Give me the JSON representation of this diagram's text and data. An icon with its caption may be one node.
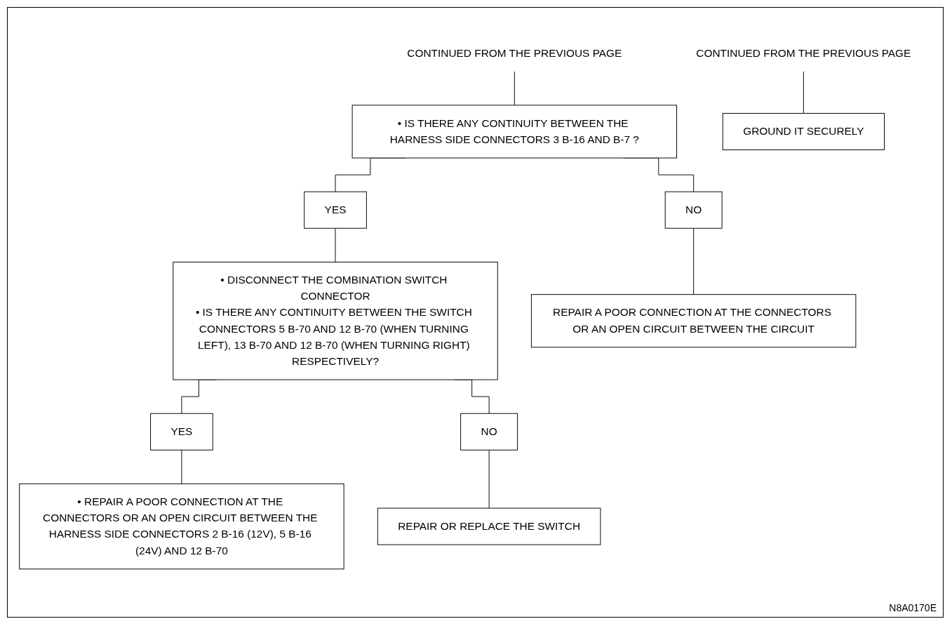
{
  "diagram": {
    "nodes": [
      {
        "text": [
          "CONTINUED FROM THE PREVIOUS PAGE"
        ]
      },
      {
        "text": [
          "CONTINUED FROM THE PREVIOUS PAGE"
        ]
      },
      {
        "text": [
          "• IS THERE ANY CONTINUITY BETWEEN THE HARNESS SIDE CONNECTORS 3 B-16 AND B-7 ?"
        ]
      },
      {
        "text": [
          "GROUND IT SECURELY"
        ]
      },
      {
        "text": [
          "YES"
        ]
      },
      {
        "text": [
          "NO"
        ]
      },
      {
        "text": [
          "• DISCONNECT THE COMBINATION SWITCH CONNECTOR",
          "• IS THERE ANY CONTINUITY BETWEEN THE SWITCH CONNECTORS 5 B-70 AND 12 B-70 (WHEN TURNING LEFT), 13 B-70 AND 12 B-70 (WHEN TURNING RIGHT) RESPECTIVELY?"
        ]
      },
      {
        "text": [
          "REPAIR A POOR CONNECTION AT THE CONNECTORS OR AN OPEN CIRCUIT BETWEEN THE CIRCUIT"
        ]
      },
      {
        "text": [
          "YES"
        ]
      },
      {
        "text": [
          "NO"
        ]
      },
      {
        "text": [
          "• REPAIR A POOR CONNECTION AT THE CONNECTORS OR AN OPEN CIRCUIT BETWEEN THE HARNESS SIDE CONNECTORS 2 B-16 (12V), 5 B-16 (24V) AND 12 B-70"
        ]
      },
      {
        "text": [
          "REPAIR OR REPLACE THE SWITCH"
        ]
      }
    ],
    "edges": [
      {
        "from": 0,
        "to": 2,
        "arrow": "none"
      },
      {
        "from": 1,
        "to": 3,
        "arrow": "none"
      },
      {
        "from": 2,
        "to": 4,
        "arrow": "none"
      },
      {
        "from": 2,
        "to": 5,
        "arrow": "none"
      },
      {
        "from": 4,
        "to": 6,
        "arrow": "none"
      },
      {
        "from": 5,
        "to": 7,
        "arrow": "none"
      },
      {
        "from": 6,
        "to": 8,
        "arrow": "none"
      },
      {
        "from": 6,
        "to": 9,
        "arrow": "none"
      },
      {
        "from": 8,
        "to": 10,
        "arrow": "none"
      },
      {
        "from": 9,
        "to": 11,
        "arrow": "none"
      }
    ],
    "labels": [
      "N8A0170E"
    ]
  }
}
